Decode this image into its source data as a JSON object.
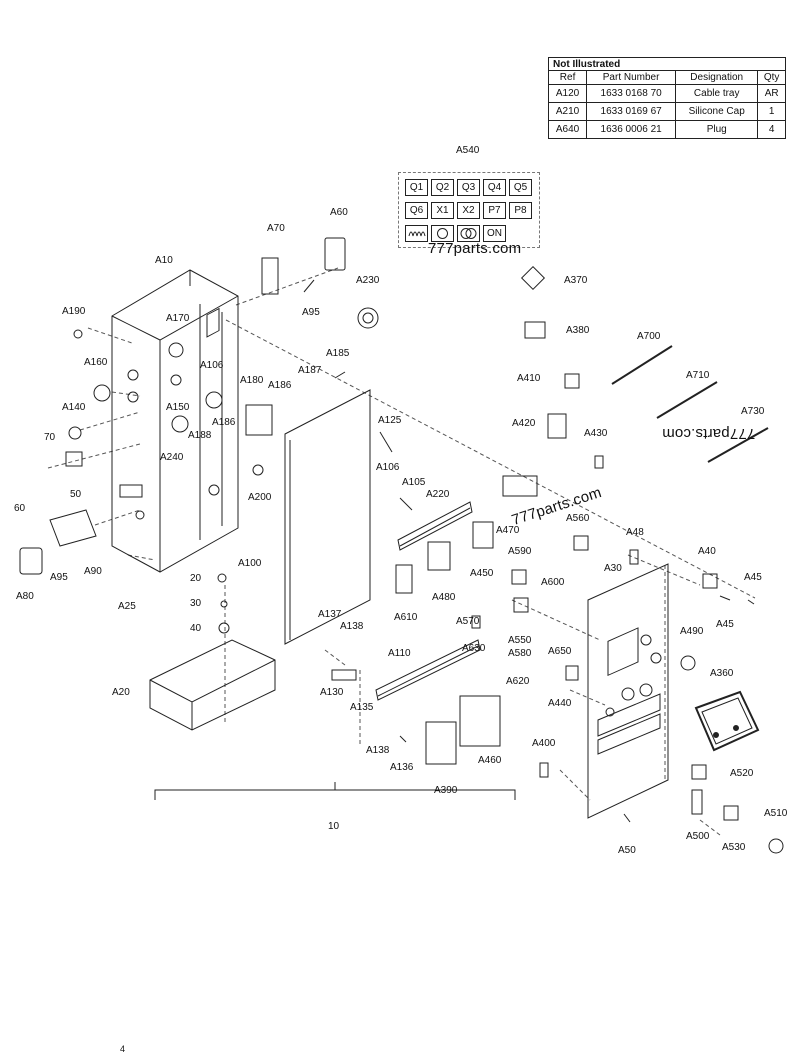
{
  "not_illustrated": {
    "title": "Not Illustrated",
    "headers": [
      "Ref",
      "Part Number",
      "Designation",
      "Qty"
    ],
    "rows": [
      [
        "A120",
        "1633 0168 70",
        "Cable tray",
        "AR"
      ],
      [
        "A210",
        "1633 0169 67",
        "Silicone Cap",
        "1"
      ],
      [
        "A640",
        "1636 0006 21",
        "Plug",
        "4"
      ]
    ]
  },
  "label_sheet": {
    "cells": [
      "Q1",
      "Q2",
      "Q3",
      "Q4",
      "Q5",
      "Q6",
      "X1",
      "X2",
      "P7",
      "P8",
      "",
      "",
      "",
      "ON"
    ]
  },
  "watermarks": [
    "777parts.com",
    "777parts.com",
    "777parts.com"
  ],
  "callouts": {
    "A540": "A540",
    "A70": "A70",
    "A60": "A60",
    "A10": "A10",
    "A230": "A230",
    "A370": "A370",
    "A190": "A190",
    "A170": "A170",
    "A95a": "A95",
    "A380": "A380",
    "A700": "A700",
    "A185": "A185",
    "A160": "A160",
    "A106a": "A106",
    "A187": "A187",
    "A180": "A180",
    "A186a": "A186",
    "A410": "A410",
    "A710": "A710",
    "A140": "A140",
    "A150": "A150",
    "A125": "A125",
    "A730": "A730",
    "A186b": "A186",
    "A420": "A420",
    "A430": "A430",
    "70": "70",
    "A240": "A240",
    "A188": "A188",
    "A106b": "A106",
    "A105": "A105",
    "A220": "A220",
    "60": "60",
    "50": "50",
    "A200": "A200",
    "A470": "A470",
    "A560": "A560",
    "A48": "A48",
    "A40": "A40",
    "A45a": "A45",
    "A590": "A590",
    "A450": "A450",
    "A30": "A30",
    "A90": "A90",
    "A95b": "A95",
    "A100": "A100",
    "A80": "A80",
    "A25": "A25",
    "20": "20",
    "A600": "A600",
    "30": "30",
    "A610": "A610",
    "A480": "A480",
    "A45b": "A45",
    "A137": "A137",
    "A570": "A570",
    "A138a": "A138",
    "40": "40",
    "A550": "A550",
    "A580": "A580",
    "A650": "A650",
    "A490": "A490",
    "A630": "A630",
    "A110": "A110",
    "A360": "A360",
    "A20": "A20",
    "A130": "A130",
    "A620": "A620",
    "A440": "A440",
    "A135": "A135",
    "A400": "A400",
    "A138b": "A138",
    "A136": "A136",
    "A460": "A460",
    "A520": "A520",
    "A390": "A390",
    "10": "10",
    "A510": "A510",
    "A500": "A500",
    "A530": "A530",
    "A50": "A50"
  },
  "footer_mark": "4"
}
